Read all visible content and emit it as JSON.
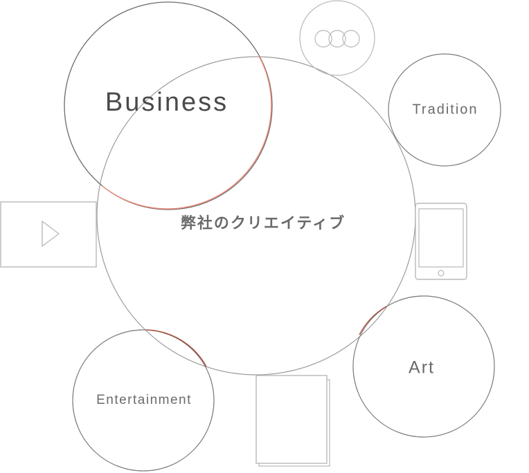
{
  "diagram": {
    "center_label": "弊社のクリエイティブ",
    "nodes": {
      "business": "Business",
      "tradition": "Tradition",
      "art": "Art",
      "entertainment": "Entertainment"
    },
    "colors": {
      "background": "#ffffff",
      "main_circle": "#9a9a9a",
      "business_circle": "#6a6a6a",
      "node_circle": "#7a7a7a",
      "icon_stroke": "#b8b8b8",
      "label_dark": "#4a4a4a",
      "label_mid": "#6a6a6a",
      "highlight_business": "#f08a78",
      "highlight_dark": "#b0452e"
    },
    "icons": [
      "rings-icon",
      "tablet-icon",
      "play-video-icon",
      "paper-stack-icon"
    ]
  }
}
